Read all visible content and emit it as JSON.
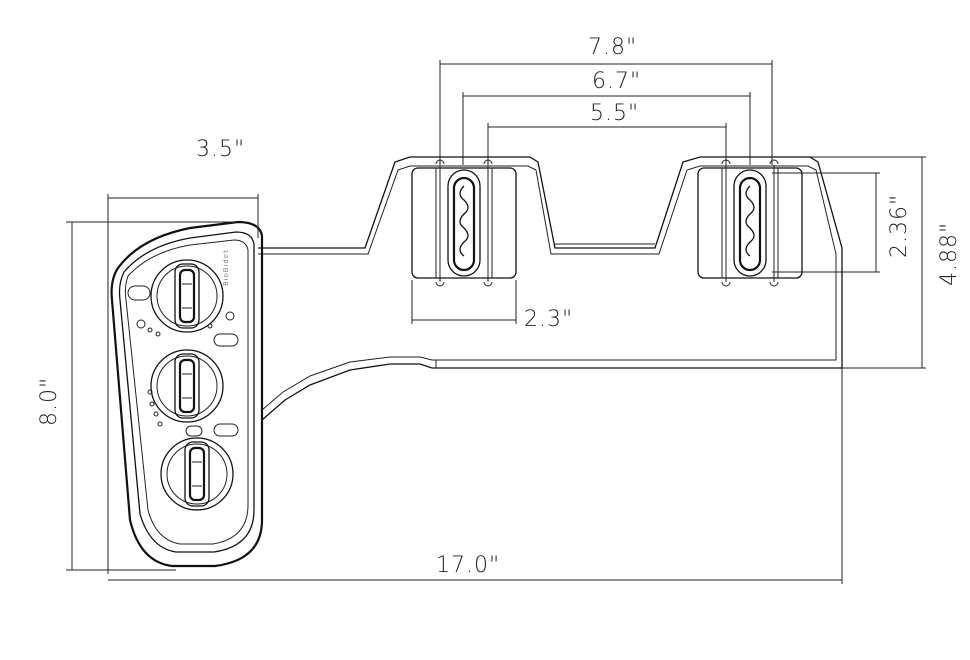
{
  "diagram": {
    "dimensions": {
      "panel_width": "3.5\"",
      "total_height": "8.0\"",
      "total_length": "17.0\"",
      "outer_width": "7.8\"",
      "middle_width": "6.7\"",
      "inner_width": "5.5\"",
      "bracket_width": "2.3\"",
      "slot_height": "2.36\"",
      "bracket_height": "4.88\""
    },
    "panel": {
      "brand": "BioBidet"
    }
  }
}
